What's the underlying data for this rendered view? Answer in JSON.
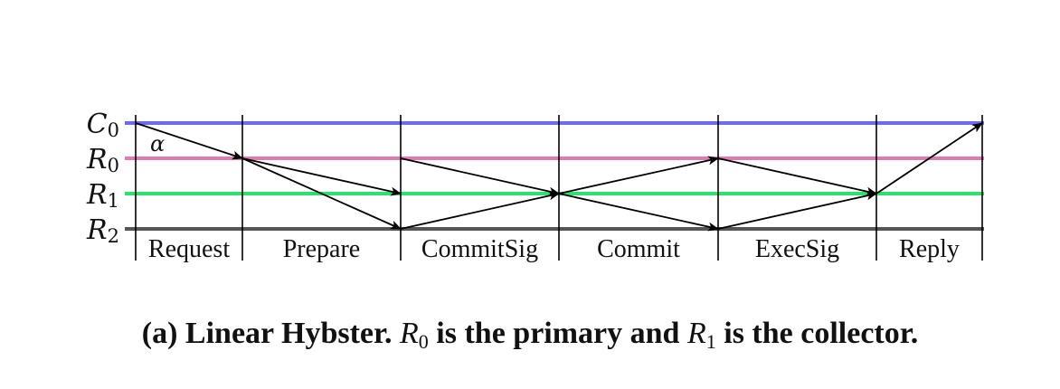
{
  "diagram": {
    "processes": [
      {
        "base": "C",
        "sub": "0",
        "color": "#6b6bf0"
      },
      {
        "base": "R",
        "sub": "0",
        "color": "#e07ab0"
      },
      {
        "base": "R",
        "sub": "1",
        "color": "#2de070"
      },
      {
        "base": "R",
        "sub": "2",
        "color": "#555555"
      }
    ],
    "phases": [
      "Request",
      "Prepare",
      "CommitSig",
      "Commit",
      "ExecSig",
      "Reply"
    ],
    "alpha_label": "α",
    "messages": [
      {
        "phase": 0,
        "from": 0,
        "to": 1
      },
      {
        "phase": 1,
        "from": 1,
        "to": 2
      },
      {
        "phase": 1,
        "from": 1,
        "to": 3
      },
      {
        "phase": 2,
        "from": 1,
        "to": 2
      },
      {
        "phase": 2,
        "from": 3,
        "to": 2
      },
      {
        "phase": 3,
        "from": 2,
        "to": 1
      },
      {
        "phase": 3,
        "from": 2,
        "to": 3
      },
      {
        "phase": 4,
        "from": 1,
        "to": 2
      },
      {
        "phase": 4,
        "from": 3,
        "to": 2
      },
      {
        "phase": 5,
        "from": 2,
        "to": 0
      }
    ]
  },
  "caption": {
    "prefix": "(a) Linear Hybster. ",
    "var1_base": "R",
    "var1_sub": "0",
    "middle": " is the primary and ",
    "var2_base": "R",
    "var2_sub": "1",
    "suffix": " is the collector."
  }
}
